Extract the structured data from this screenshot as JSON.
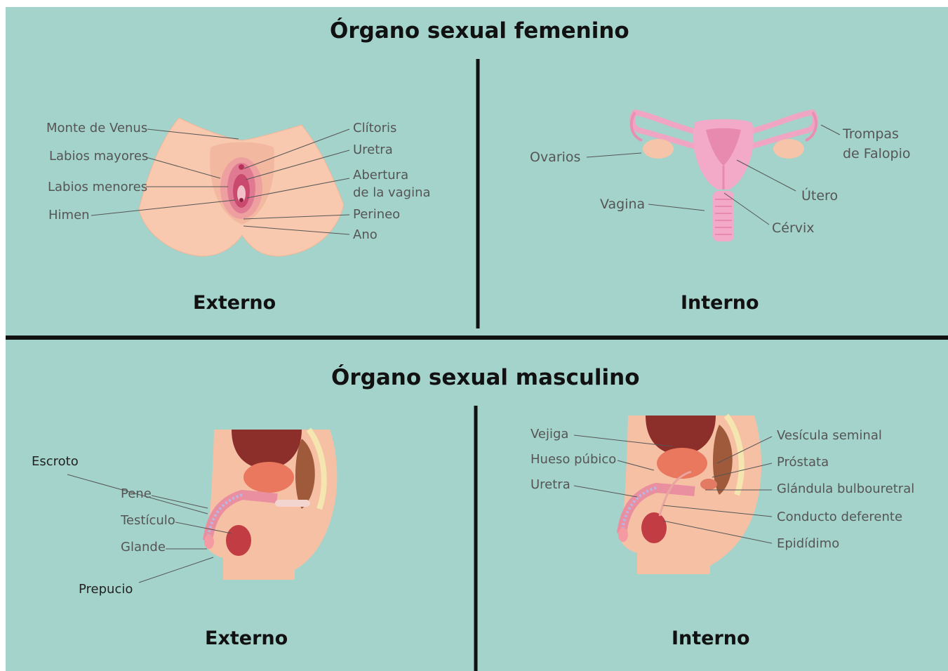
{
  "female": {
    "title": "Órgano sexual femenino",
    "external": {
      "caption": "Externo",
      "labels": [
        "Monte de Venus",
        "Labios mayores",
        "Labios menores",
        "Himen",
        "Clítoris",
        "Uretra",
        "Abertura",
        "de la vagina",
        "Perineo",
        "Ano"
      ]
    },
    "internal": {
      "caption": "Interno",
      "labels": [
        "Ovarios",
        "Vagina",
        "Trompas",
        "de Falopio",
        "Útero",
        "Cérvix"
      ]
    }
  },
  "male": {
    "title": "Órgano sexual masculino",
    "external": {
      "caption": "Externo",
      "labels": [
        "Escroto",
        "Pene",
        "Testículo",
        "Glande",
        "Prepucio"
      ]
    },
    "internal": {
      "caption": "Interno",
      "labels": [
        "Vejiga",
        "Hueso púbico",
        "Uretra",
        "Vesícula seminal",
        "Próstata",
        "Glándula bulbouretral",
        "Conducto deferente",
        "Epidídimo"
      ]
    }
  },
  "colors": {
    "background": "#a4d3cb",
    "divider": "#111111",
    "skin": "#f8c9ae",
    "pink": "#f0a6c3",
    "red": "#b83a3e"
  }
}
